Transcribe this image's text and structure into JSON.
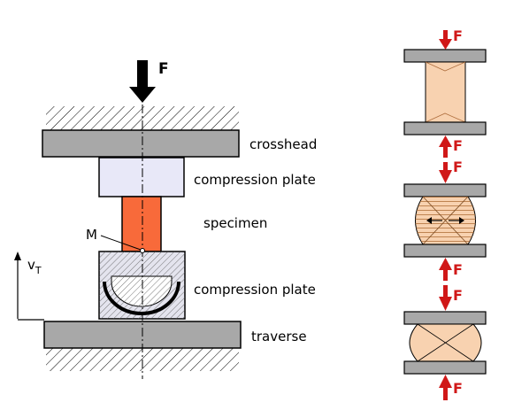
{
  "labels": {
    "force": "F",
    "crosshead": "crosshead",
    "compression_plate_top": "compression plate",
    "specimen": "specimen",
    "point_m": "M",
    "velocity_main": "v",
    "velocity_sub": "T",
    "compression_plate_bottom": "compression plate",
    "traverse": "traverse"
  },
  "stages": [
    {
      "label_top": "F",
      "label_bottom": "F"
    },
    {
      "label_top": "F",
      "label_bottom": "F"
    },
    {
      "label_top": "F",
      "label_bottom": "F"
    }
  ],
  "colors": {
    "plate": "#a8a8a8",
    "compression_plate": "#e8e8f8",
    "specimen": "#f86a3a",
    "specimen_deformed": "#f8d2b0",
    "force_red": "#d01818",
    "outline": "#000000"
  }
}
